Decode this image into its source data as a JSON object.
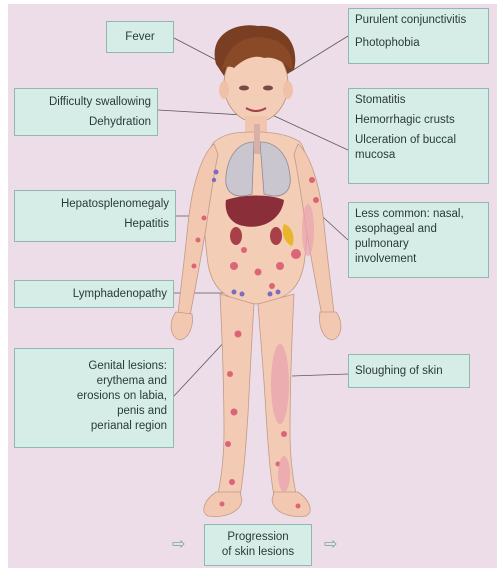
{
  "labels": {
    "fever": "Fever",
    "eyes": [
      "Purulent conjunctivitis",
      "Photophobia"
    ],
    "throat": [
      "Difficulty swallowing",
      "Dehydration"
    ],
    "mouth": [
      "Stomatitis",
      "Hemorrhagic crusts",
      "Ulceration of buccal",
      "mucosa"
    ],
    "liver": [
      "Hepatosplenomegaly",
      "Hepatitis"
    ],
    "less_common": [
      "Less common: nasal,",
      "esophageal and",
      "pulmonary",
      "involvement"
    ],
    "lymph": "Lymphadenopathy",
    "genital": [
      "Genital lesions:",
      "erythema and",
      "erosions on labia,",
      "penis and",
      "perianal region"
    ],
    "skin": "Sloughing of skin",
    "progression": [
      "Progression",
      "of skin lesions"
    ]
  },
  "arrow_left": "⇨",
  "arrow_right": "⇨",
  "colors": {
    "background": "#ecdde8",
    "box_fill": "#d6ece6",
    "box_border": "#8fb8b0",
    "skin": "#f4cdb6",
    "lesion": "#d9536e",
    "hair": "#7a3f22",
    "liver": "#8a2f3a",
    "lungs": "#c9c6cf",
    "lymph_node": "#7b6cc0"
  }
}
